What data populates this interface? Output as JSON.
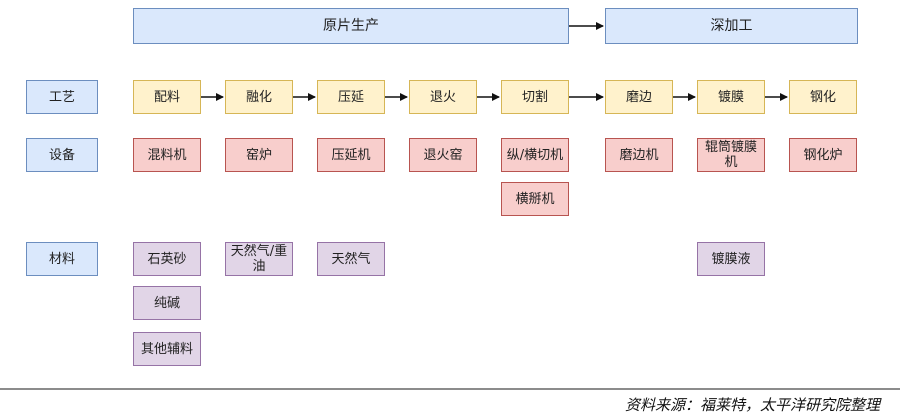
{
  "phases": {
    "raw_production": "原片生产",
    "deep_processing": "深加工"
  },
  "row_labels": {
    "process": "工艺",
    "equipment": "设备",
    "materials": "材料"
  },
  "process_steps": [
    "配料",
    "融化",
    "压延",
    "退火",
    "切割",
    "磨边",
    "镀膜",
    "钢化"
  ],
  "equipment": {
    "batching": "混料机",
    "melting": "窑炉",
    "rolling": "压延机",
    "annealing": "退火窑",
    "cutting": "纵/横切机",
    "cutting_extra": "横掰机",
    "edging": "磨边机",
    "coating": "辊筒镀膜机",
    "tempering": "钢化炉"
  },
  "materials": {
    "batching": [
      "石英砂",
      "纯碱",
      "其他辅料"
    ],
    "melting": "天然气/重油",
    "rolling": "天然气",
    "coating": "镀膜液"
  },
  "source": "资料来源：福莱特，太平洋研究院整理"
}
